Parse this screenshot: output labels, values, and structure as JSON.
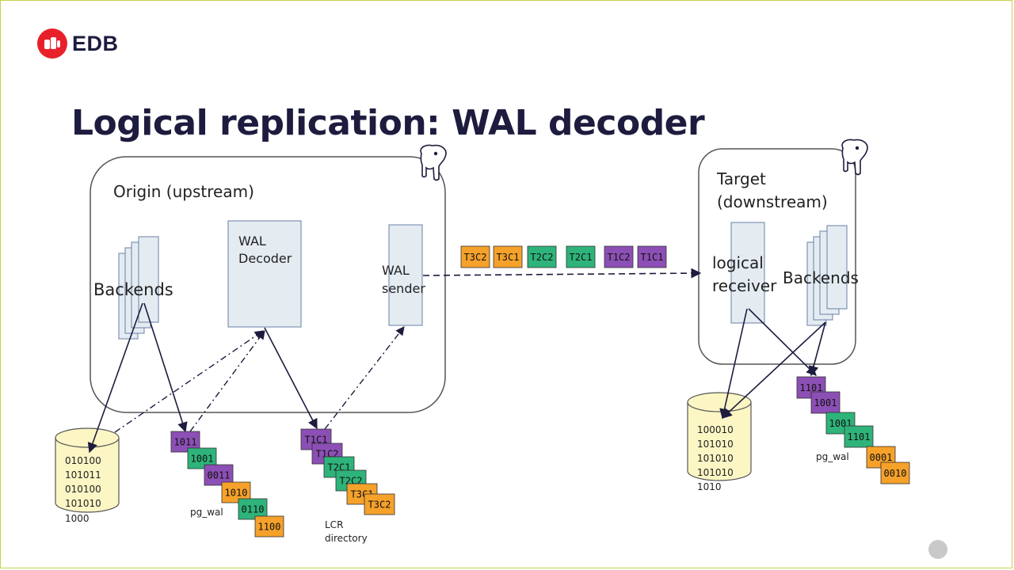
{
  "brand": {
    "name": "EDB",
    "accent": "#e8202a"
  },
  "title": "Logical replication: WAL decoder",
  "origin": {
    "label": "Origin (upstream)",
    "backends": "Backends",
    "wal_decoder": [
      "WAL",
      "Decoder"
    ],
    "wal_sender": [
      "WAL",
      "sender"
    ],
    "disk": {
      "lines": [
        "010100",
        "101011",
        "010100",
        "101010"
      ],
      "footer": "1000"
    },
    "pg_wal": {
      "label": "pg_wal",
      "blocks": [
        "1011",
        "1001",
        "0011",
        "1010",
        "0110",
        "1100"
      ]
    },
    "lcr": {
      "label": [
        "LCR",
        "directory"
      ],
      "blocks": [
        "T1C1",
        "T1C2",
        "T2C1",
        "T2C2",
        "T3C1",
        "T3C2"
      ]
    }
  },
  "stream": {
    "items": [
      "T3C2",
      "T3C1",
      "T2C2",
      "T2C1",
      "T1C2",
      "T1C1"
    ]
  },
  "target": {
    "label": [
      "Target",
      "(downstream)"
    ],
    "receiver": [
      "logical",
      "receiver"
    ],
    "backends": "Backends",
    "disk": {
      "lines": [
        "100010",
        "101010",
        "101010",
        "101010"
      ],
      "footer": "1010"
    },
    "pg_wal": {
      "label": "pg_wal",
      "blocks": [
        "1101",
        "1001",
        "1001",
        "1101",
        "0001",
        "0010"
      ]
    }
  },
  "colors": {
    "purple": "#8c4fb5",
    "green": "#2eb37a",
    "orange": "#f5a12a",
    "box": "#e4ecf2",
    "line": "#1d1c3f"
  },
  "icons": [
    "edb-logo-icon",
    "postgres-elephant-icon",
    "page-nav-icon"
  ]
}
